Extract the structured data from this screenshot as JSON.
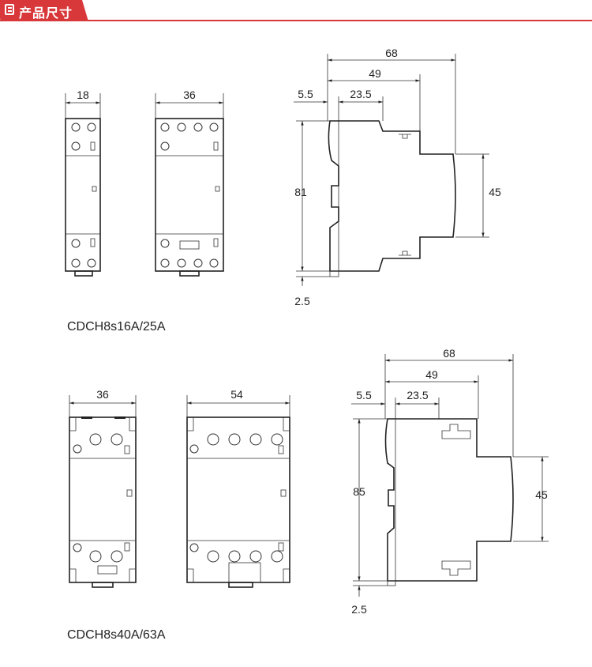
{
  "header": {
    "title": "产品尺寸",
    "icon": "document-icon",
    "accent": "#d9383a"
  },
  "group1": {
    "name": "CDCH8s16A/25A",
    "front_2p_width": "18",
    "front_4p_width": "36",
    "side": {
      "depth_total": "68",
      "depth_mid": "49",
      "offset": "5.5",
      "depth_front": "23.5",
      "height": "81",
      "front_height": "45",
      "rail": "2.5"
    }
  },
  "group2": {
    "name": "CDCH8s40A/63A",
    "front_2p_width": "36",
    "front_4p_width": "54",
    "side": {
      "depth_total": "68",
      "depth_mid": "49",
      "offset": "5.5",
      "depth_front": "23.5",
      "height": "85",
      "front_height": "45",
      "rail": "2.5"
    }
  }
}
